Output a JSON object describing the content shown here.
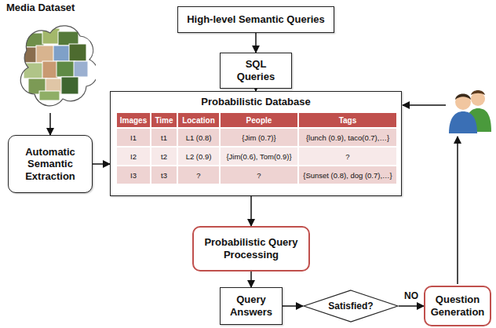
{
  "diagram": {
    "nodes": [
      {
        "text": [
          "Media Dataset"
        ]
      },
      {
        "text": [
          "High-level Semantic Queries"
        ]
      },
      {
        "text": [
          "SQL Queries"
        ]
      },
      {
        "text": [
          "Automatic Semantic Extraction"
        ]
      },
      {
        "text": [
          "Probabilistic Database",
          "Images",
          "Time",
          "Location",
          "People",
          "Tags",
          "I1",
          "t1",
          "L1 (0.8)",
          "{Jim (0.7)}",
          "{lunch (0.9), taco(0.7),…}",
          "I2",
          "t2",
          "L2 (0.9)",
          "{Jim(0.6), Tom(0.9)}",
          "?",
          "I3",
          "t3",
          "?",
          "?",
          "{Sunset (0.8), dog (0.7),…}"
        ]
      },
      {
        "text": [
          "Probabilistic Query Processing"
        ]
      },
      {
        "text": [
          "Query Answers"
        ]
      },
      {
        "text": [
          "Satisfied?"
        ]
      },
      {
        "text": [
          "Question Generation"
        ]
      }
    ],
    "edges": [
      {
        "from": 0,
        "to": 3,
        "arrow": "to"
      },
      {
        "from": 1,
        "to": 2,
        "arrow": "to"
      },
      {
        "from": 2,
        "to": 4,
        "arrow": "to"
      },
      {
        "from": 3,
        "to": 4,
        "arrow": "to"
      },
      {
        "from": 4,
        "to": 5,
        "arrow": "to"
      },
      {
        "from": 5,
        "to": 6,
        "arrow": "to"
      },
      {
        "from": 6,
        "to": 7,
        "arrow": "to"
      },
      {
        "from": 7,
        "to": 8,
        "label": "NO",
        "arrow": "to"
      }
    ]
  }
}
